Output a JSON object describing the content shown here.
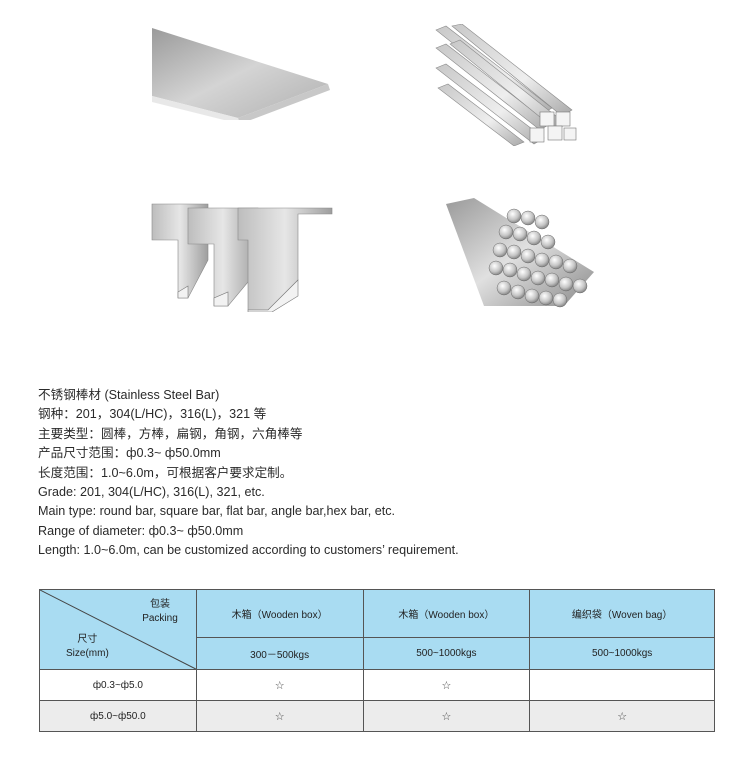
{
  "specs": {
    "lines": [
      "不锈钢棒材 (Stainless Steel Bar)",
      "钢种：201，304(L/HC)，316(L)，321 等",
      "主要类型：圆棒，方棒，扁钢，角钢，六角棒等",
      "产品尺寸范围：ф0.3~ ф50.0mm",
      "长度范围：1.0~6.0m，可根据客户要求定制。",
      "Grade: 201, 304(L/HC), 316(L), 321, etc.",
      "Main type: round bar, square bar, flat bar, angle bar,hex bar, etc.",
      "Range of diameter: ф0.3~ ф50.0mm",
      "Length: 1.0~6.0m, can be customized according to customers’ requirement."
    ]
  },
  "table": {
    "corner_top": [
      "包装",
      "Packing"
    ],
    "corner_bottom": [
      "尺寸",
      "Size(mm)"
    ],
    "packing_headers": [
      "木箱（Wooden box）",
      "木箱（Wooden box）",
      "编织袋（Woven bag）"
    ],
    "weights": [
      "300－500kgs",
      "500~1000kgs",
      "500~1000kgs"
    ],
    "rows": [
      {
        "size": "ф0.3~ф5.0",
        "marks": [
          "☆",
          "☆",
          ""
        ]
      },
      {
        "size": "ф5.0~ф50.0",
        "marks": [
          "☆",
          "☆",
          "☆"
        ]
      }
    ]
  },
  "colors": {
    "header_bg": "#a9dcf2",
    "alt_row_bg": "#ececec"
  },
  "images": [
    "flat-bar-image",
    "square-bar-image",
    "angle-bar-image",
    "round-bar-image"
  ]
}
